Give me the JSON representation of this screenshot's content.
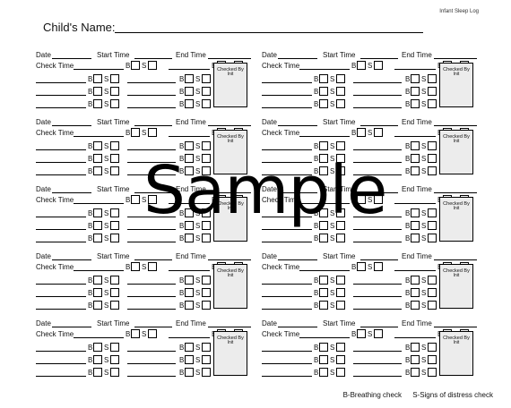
{
  "header": {
    "log_title": "Infant Sleep Log",
    "child_name_label": "Child's Name:"
  },
  "form_labels": {
    "date": "Date",
    "start_time": "Start Time",
    "end_time": "End Time",
    "check_time": "Check Time",
    "breathing_box": "B",
    "signs_box": "S",
    "checked_by_line1": "Checked By",
    "checked_by_line2": "Init"
  },
  "watermark": "Sample",
  "legend": {
    "breathing": "B-Breathing check",
    "signs": "S-Signs of distress check"
  }
}
